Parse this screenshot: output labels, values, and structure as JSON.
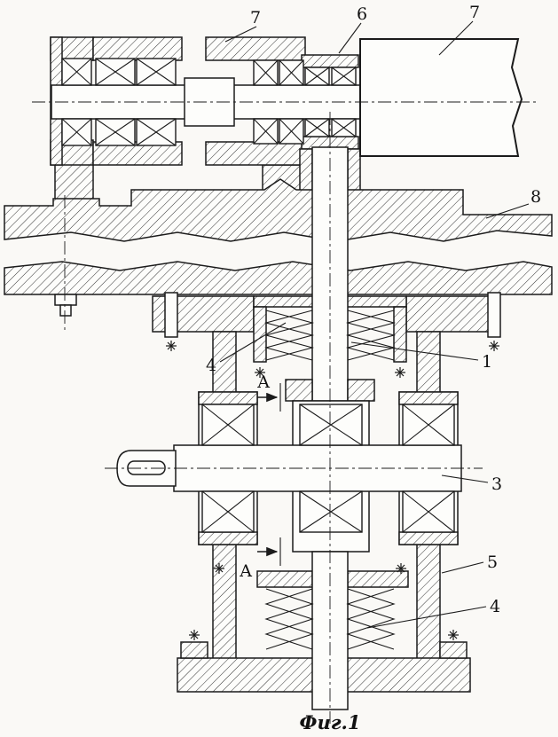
{
  "figure": {
    "caption": "Фиг.1",
    "section_marks": {
      "top": "A",
      "bottom": "A"
    },
    "callouts": {
      "c7_left": "7",
      "c6": "6",
      "c7_right": "7",
      "c8": "8",
      "c4_upper": "4",
      "c1": "1",
      "c3": "3",
      "c5": "5",
      "c4_lower": "4"
    },
    "colors": {
      "ink": "#1b1b1b",
      "paper": "#faf9f6"
    }
  }
}
